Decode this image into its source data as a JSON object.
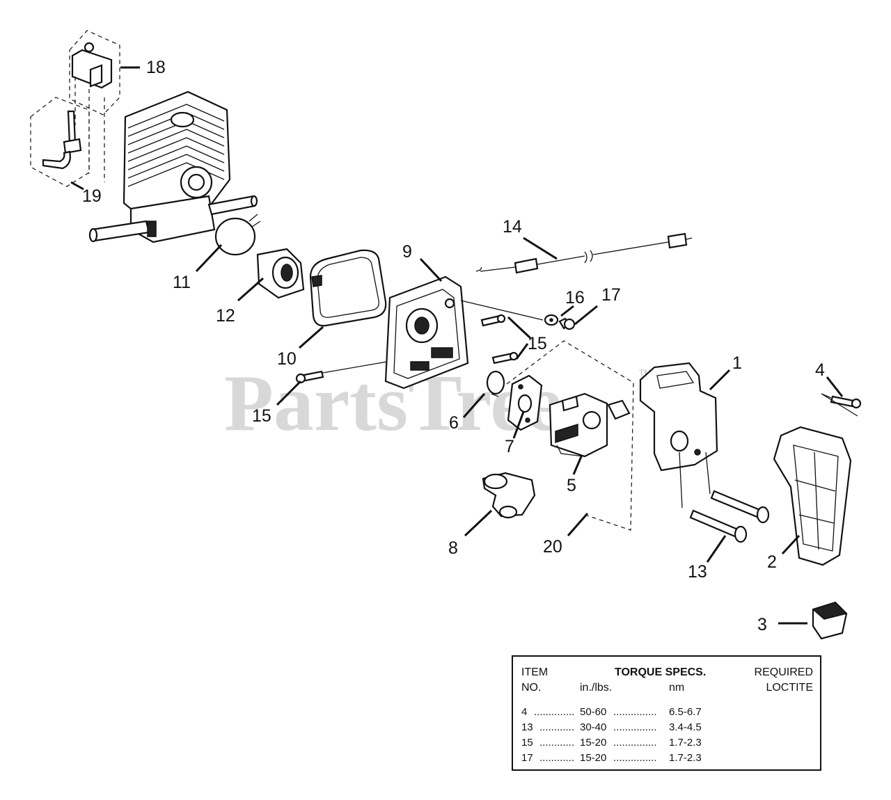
{
  "watermark": {
    "text": "PartsTree",
    "tm": "TM"
  },
  "callouts": [
    "1",
    "2",
    "3",
    "4",
    "5",
    "6",
    "7",
    "8",
    "9",
    "10",
    "11",
    "12",
    "13",
    "14",
    "15",
    "15",
    "15",
    "16",
    "17",
    "18",
    "19",
    "20"
  ],
  "torque_table": {
    "header": {
      "item_line1": "ITEM",
      "item_line2": "NO.",
      "specs_title": "TORQUE SPECS.",
      "unit_inlbs": "in./lbs.",
      "unit_nm": "nm",
      "required_line1": "REQUIRED",
      "required_line2": "LOCTITE"
    },
    "rows": [
      {
        "item": "4",
        "inlbs": "50-60",
        "nm": "6.5-6.7"
      },
      {
        "item": "13",
        "inlbs": "30-40",
        "nm": "3.4-4.5"
      },
      {
        "item": "15",
        "inlbs": "15-20",
        "nm": "1.7-2.3"
      },
      {
        "item": "17",
        "inlbs": "15-20",
        "nm": "1.7-2.3"
      }
    ]
  }
}
